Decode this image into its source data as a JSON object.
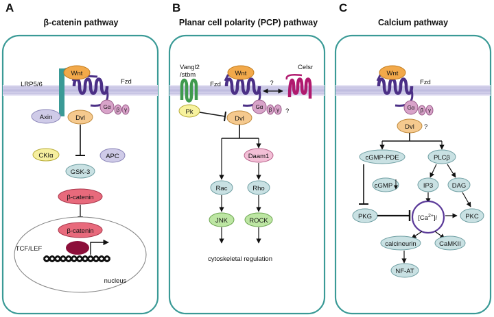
{
  "colors": {
    "cell_border": "#3a9a96",
    "membrane": "#c8c6e6",
    "wnt": "#f2a94a",
    "fzd": "#4b2f86",
    "lrp": "#3a9a96",
    "vangl": "#3f9a4e",
    "celsr": "#b0196e",
    "galpha": "#d8a3c9",
    "dvl": "#f5c98e",
    "gray_node": "#c9e1e3",
    "axin": "#cfcbe8",
    "ck": "#f6ef9f",
    "catenin": "#e86a7c",
    "tcf": "#8c0f3a",
    "daam": "#f3bfd6",
    "green_node": "#bde6a3",
    "pk": "#f7f29e"
  },
  "panels": [
    {
      "letter": "A",
      "title": "β-catenin pathway"
    },
    {
      "letter": "B",
      "title": "Planar cell polarity (PCP) pathway"
    },
    {
      "letter": "C",
      "title": "Calcium pathway"
    }
  ],
  "panel_a": {
    "lrp": "LRP5/6",
    "wnt": "Wnt",
    "fzd": "Fzd",
    "galpha": "Gα",
    "beta": "β",
    "gamma": "γ",
    "axin": "Axin",
    "dvl": "Dvl",
    "ck": "CKIα",
    "apc": "APC",
    "gsk": "GSK-3",
    "bcat1": "β-catenin",
    "bcat2": "β-catenin",
    "tcf": "TCF/LEF",
    "nucleus": "nucleus"
  },
  "panel_b": {
    "vangl_l1": "Vangl2",
    "vangl_l2": "/stbm",
    "wnt": "Wnt",
    "fzd": "Fzd",
    "galpha": "Gα",
    "beta": "β",
    "gamma": "γ",
    "q1": "?",
    "q2": "?",
    "celsr": "Celsr",
    "pk": "Pk",
    "dvl": "Dvl",
    "daam": "Daam1",
    "rac": "Rac",
    "rho": "Rho",
    "jnk": "JNK",
    "rock": "ROCK",
    "cyto": "cytoskeletal regulation"
  },
  "panel_c": {
    "wnt": "Wnt",
    "fzd": "Fzd",
    "galpha": "Gα",
    "beta": "β",
    "gamma": "γ",
    "dvl": "Dvl",
    "q": "?",
    "pde": "cGMP-PDE",
    "plc": "PLCβ",
    "cgmp": "cGMP",
    "ip3": "IP3",
    "dag": "DAG",
    "pkg": "PKG",
    "ca_base": "[Ca",
    "ca_sup": "2+",
    "ca_end": "]",
    "ca_i": "i",
    "pkc": "PKC",
    "calcineurin": "calcineurin",
    "camkii": "CaMKII",
    "nfat": "NF-AT"
  }
}
